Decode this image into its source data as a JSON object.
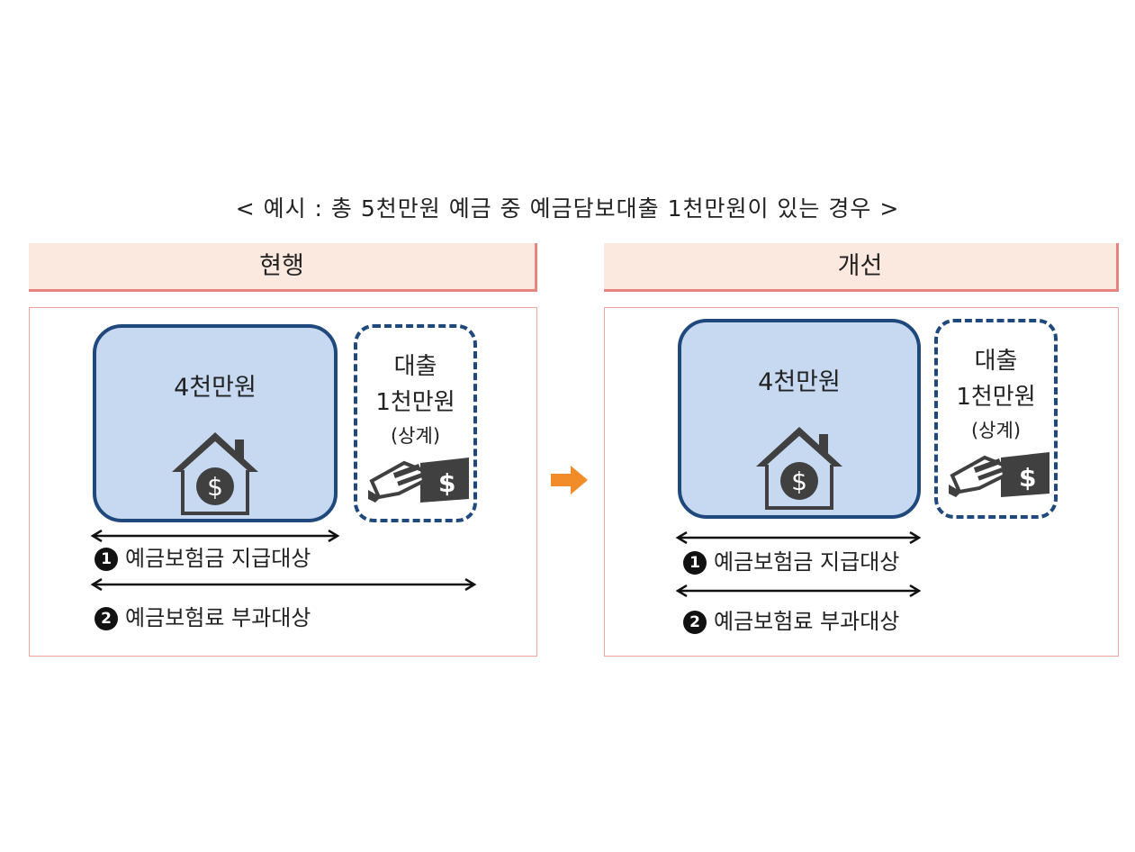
{
  "title": "< 예시 : 총 5천만원 예금 중 예금담보대출 1천만원이 있는 경우 >",
  "panels": [
    {
      "header": "현행",
      "deposit_label": "4천만원",
      "loan_line1": "대출",
      "loan_line2": "1천만원",
      "loan_line3": "(상계)",
      "caption1_num": "1",
      "caption1": "예금보험금 지급대상",
      "caption2_num": "2",
      "caption2": "예금보험료 부과대상"
    },
    {
      "header": "개선",
      "deposit_label": "4천만원",
      "loan_line1": "대출",
      "loan_line2": "1천만원",
      "loan_line3": "(상계)",
      "caption1_num": "1",
      "caption1": "예금보험금 지급대상",
      "caption2_num": "2",
      "caption2": "예금보험료 부과대상"
    }
  ],
  "colors": {
    "header_fill": "#fbe9df",
    "accent_border": "#e8847f",
    "deposit_fill": "#c6d9f1",
    "deposit_border": "#1f497d",
    "icon_gray": "#404040",
    "arrow_orange": "#f28c28"
  }
}
